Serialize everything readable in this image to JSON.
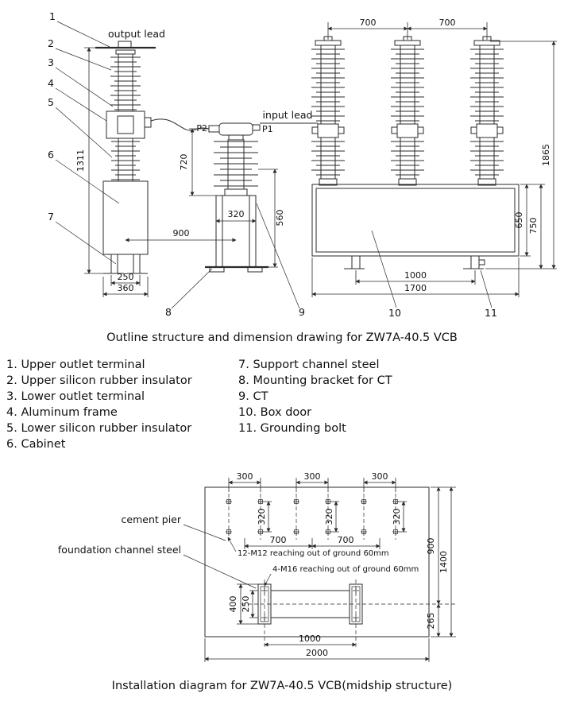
{
  "colors": {
    "ink": "#2a2a2a",
    "bg": "#ffffff"
  },
  "outline": {
    "caption": "Outline structure and dimension drawing for ZW7A-40.5 VCB",
    "labels": {
      "output_lead": "output lead",
      "input_lead": "input lead",
      "p2": "P2",
      "p1": "P1"
    },
    "callouts": {
      "c1": "1",
      "c2": "2",
      "c3": "3",
      "c4": "4",
      "c5": "5",
      "c6": "6",
      "c7": "7",
      "c8": "8",
      "c9": "9",
      "c10": "10",
      "c11": "11"
    },
    "dims": {
      "h1311": "1311",
      "v720": "720",
      "w900": "900",
      "w320": "320",
      "v560": "560",
      "w250": "250",
      "w360": "360",
      "t700a": "700",
      "t700b": "700",
      "h1865": "1865",
      "h650": "650",
      "h750": "750",
      "w1000": "1000",
      "w1700": "1700"
    }
  },
  "legend": {
    "left": [
      "1. Upper outlet terminal",
      "2. Upper silicon rubber insulator",
      "3. Lower outlet terminal",
      "4. Aluminum frame",
      "5. Lower silicon rubber insulator",
      "6. Cabinet"
    ],
    "right": [
      "7. Support channel steel",
      "8. Mounting bracket for CT",
      "9. CT",
      "10. Box door",
      "11. Grounding bolt"
    ]
  },
  "install": {
    "caption": "Installation diagram for ZW7A-40.5 VCB(midship structure)",
    "labels": {
      "cement_pier": "cement pier",
      "foundation": "foundation channel steel",
      "m12": "12-M12 reaching out of ground 60mm",
      "m16": "4-M16 reaching out of ground 60mm"
    },
    "dims": {
      "a300a": "300",
      "a300b": "300",
      "a300c": "300",
      "b320a": "320",
      "b320b": "320",
      "b320c": "320",
      "c700a": "700",
      "c700b": "700",
      "h900": "900",
      "h1400": "1400",
      "h265": "265",
      "v400": "400",
      "v250": "250",
      "w1000": "1000",
      "w2000": "2000"
    }
  }
}
